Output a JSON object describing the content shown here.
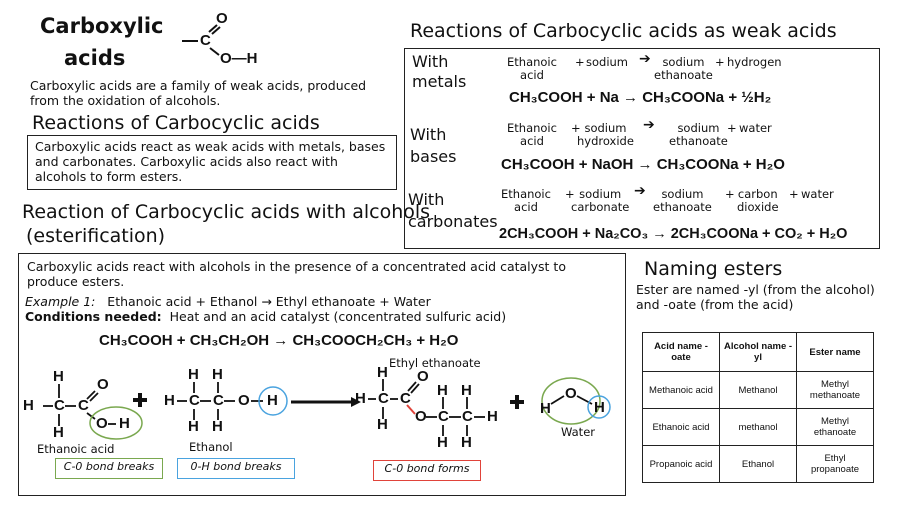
{
  "intro": {
    "title_line1": "Carboxylic",
    "title_line2": "acids",
    "group_O": "O",
    "group_C": "C",
    "group_OH": "O—H",
    "text": "Carboxylic acids are a family of weak acids, produced from the oxidation of alcohols."
  },
  "reactions": {
    "heading": "Reactions of Carbocyclic acids",
    "text": "Carboxylic acids react as weak acids with metals, bases and carbonates. Carboxylic acids also react with alcohols to form esters."
  },
  "alcohols": {
    "heading_line1": "Reaction of Carbocyclic acids with alcohols",
    "heading_line2": "(esterification)",
    "text": "Carboxylic acids react with alcohols in the presence of a concentrated acid catalyst to produce esters.",
    "example_label": "Example 1:",
    "example_text": "Ethanoic acid + Ethanol  →  Ethyl ethanoate  +  Water",
    "conditions_label": "Conditions needed:",
    "conditions_text": "Heat and an acid catalyst (concentrated sulfuric acid)",
    "equation": "CH₃COOH + CH₃CH₂OH → CH₃COOCH₂CH₃  + H₂O",
    "label_ethanoic": "Ethanoic acid",
    "label_ethanol": "Ethanol",
    "label_ester": "Ethyl ethanoate",
    "label_water": "Water",
    "tag_co_breaks": "C-0 bond breaks",
    "tag_oh_breaks": "0-H bond breaks",
    "tag_co_forms": "C-0 bond forms",
    "plus": "+",
    "atoms": {
      "H": "H",
      "C": "C",
      "O": "O"
    }
  },
  "weak_acids": {
    "heading": "Reactions of Carbocyclic acids as weak acids",
    "metals": {
      "label_line1": "With",
      "label_line2": "metals",
      "w1": "Ethanoic",
      "w1b": "acid",
      "w2": "sodium",
      "w3": "sodium",
      "w3b": "ethanoate",
      "w4": "hydrogen",
      "equation": "CH₃COOH + Na → CH₃COONa + ½H₂"
    },
    "bases": {
      "label_line1": "With",
      "label_line2": "bases",
      "w1": "Ethanoic",
      "w1b": "acid",
      "w2": "sodium",
      "w2b": "hydroxide",
      "w3": "sodium",
      "w3b": "ethanoate",
      "w4": "water",
      "equation": "CH₃COOH + NaOH → CH₃COONa + H₂O"
    },
    "carbonates": {
      "label_line1": "With",
      "label_line2": "carbonates",
      "w1": "Ethanoic",
      "w1b": "acid",
      "w2": "sodium",
      "w2b": "carbonate",
      "w3": "sodium",
      "w3b": "ethanoate",
      "w4": "carbon",
      "w4b": "dioxide",
      "w5": "water",
      "equation": "2CH₃COOH + Na₂CO₃ → 2CH₃COONa + CO₂ + H₂O"
    },
    "plus": "+"
  },
  "naming": {
    "heading": "Naming esters",
    "text": "Ester are named -yl (from the alcohol) and -oate (from the acid)",
    "table": {
      "headers": [
        "Acid name -oate",
        "Alcohol name -yl",
        "Ester name"
      ],
      "rows": [
        [
          "Methanoic acid",
          "Methanol",
          "Methyl methanoate"
        ],
        [
          "Ethanoic acid",
          "methanol",
          "Methyl ethanoate"
        ],
        [
          "Propanoic acid",
          "Ethanol",
          "Ethyl propanoate"
        ]
      ]
    }
  },
  "colors": {
    "green": "#7aa84f",
    "blue": "#4aa3df",
    "red": "#e0433a",
    "border": "#222222"
  }
}
